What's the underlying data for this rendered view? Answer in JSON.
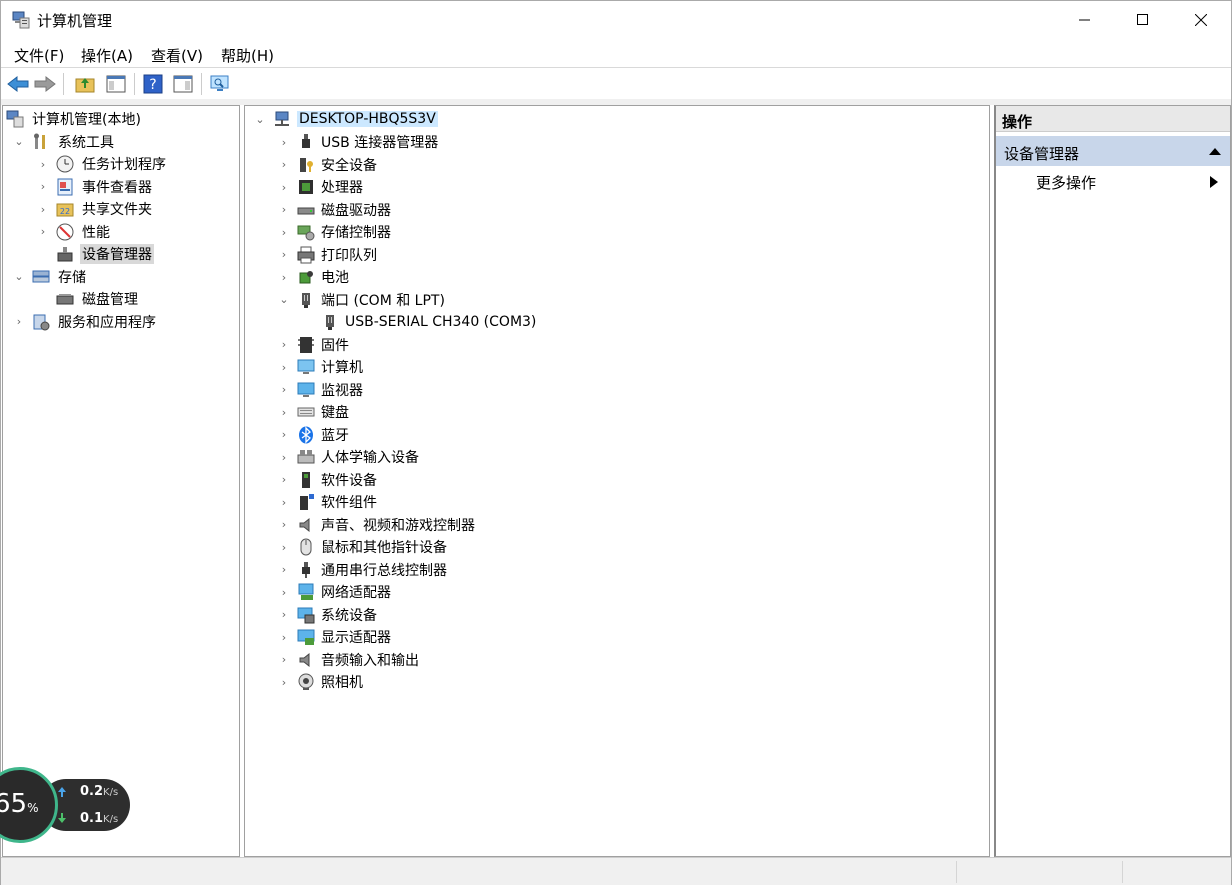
{
  "window": {
    "title": "计算机管理"
  },
  "menu": [
    "文件(F)",
    "操作(A)",
    "查看(V)",
    "帮助(H)"
  ],
  "left_tree": [
    {
      "label": "计算机管理(本地)",
      "level": 0,
      "icon": "computer-management-icon",
      "chevron": ""
    },
    {
      "label": "系统工具",
      "level": 1,
      "icon": "tools-icon",
      "chevron": "down"
    },
    {
      "label": "任务计划程序",
      "level": 2,
      "icon": "clock-icon",
      "chevron": "right"
    },
    {
      "label": "事件查看器",
      "level": 2,
      "icon": "event-viewer-icon",
      "chevron": "right"
    },
    {
      "label": "共享文件夹",
      "level": 2,
      "icon": "shared-folder-icon",
      "chevron": "right"
    },
    {
      "label": "性能",
      "level": 2,
      "icon": "performance-icon",
      "chevron": "right"
    },
    {
      "label": "设备管理器",
      "level": 2,
      "icon": "device-manager-icon",
      "chevron": "",
      "selected": true
    },
    {
      "label": "存储",
      "level": 1,
      "icon": "storage-icon",
      "chevron": "down"
    },
    {
      "label": "磁盘管理",
      "level": 2,
      "icon": "disk-management-icon",
      "chevron": ""
    },
    {
      "label": "服务和应用程序",
      "level": 1,
      "icon": "services-icon",
      "chevron": "right"
    }
  ],
  "device_tree": {
    "root": "DESKTOP-HBQ5S3V",
    "items": [
      {
        "label": "USB 连接器管理器",
        "icon": "usb-icon",
        "chevron": "right",
        "level": 1
      },
      {
        "label": "安全设备",
        "icon": "security-device-icon",
        "chevron": "right",
        "level": 1
      },
      {
        "label": "处理器",
        "icon": "processor-icon",
        "chevron": "right",
        "level": 1
      },
      {
        "label": "磁盘驱动器",
        "icon": "disk-drive-icon",
        "chevron": "right",
        "level": 1
      },
      {
        "label": "存储控制器",
        "icon": "storage-controller-icon",
        "chevron": "right",
        "level": 1
      },
      {
        "label": "打印队列",
        "icon": "printer-icon",
        "chevron": "right",
        "level": 1
      },
      {
        "label": "电池",
        "icon": "battery-icon",
        "chevron": "right",
        "level": 1
      },
      {
        "label": "端口 (COM 和 LPT)",
        "icon": "port-icon",
        "chevron": "down",
        "level": 1
      },
      {
        "label": "USB-SERIAL CH340 (COM3)",
        "icon": "port-icon",
        "chevron": "",
        "level": 2
      },
      {
        "label": "固件",
        "icon": "firmware-icon",
        "chevron": "right",
        "level": 1
      },
      {
        "label": "计算机",
        "icon": "computer-icon",
        "chevron": "right",
        "level": 1
      },
      {
        "label": "监视器",
        "icon": "monitor-icon",
        "chevron": "right",
        "level": 1
      },
      {
        "label": "键盘",
        "icon": "keyboard-icon",
        "chevron": "right",
        "level": 1
      },
      {
        "label": "蓝牙",
        "icon": "bluetooth-icon",
        "chevron": "right",
        "level": 1
      },
      {
        "label": "人体学输入设备",
        "icon": "hid-icon",
        "chevron": "right",
        "level": 1
      },
      {
        "label": "软件设备",
        "icon": "software-device-icon",
        "chevron": "right",
        "level": 1
      },
      {
        "label": "软件组件",
        "icon": "software-component-icon",
        "chevron": "right",
        "level": 1
      },
      {
        "label": "声音、视频和游戏控制器",
        "icon": "speaker-icon",
        "chevron": "right",
        "level": 1
      },
      {
        "label": "鼠标和其他指针设备",
        "icon": "mouse-icon",
        "chevron": "right",
        "level": 1
      },
      {
        "label": "通用串行总线控制器",
        "icon": "usb-controller-icon",
        "chevron": "right",
        "level": 1
      },
      {
        "label": "网络适配器",
        "icon": "network-adapter-icon",
        "chevron": "right",
        "level": 1
      },
      {
        "label": "系统设备",
        "icon": "system-device-icon",
        "chevron": "right",
        "level": 1
      },
      {
        "label": "显示适配器",
        "icon": "display-adapter-icon",
        "chevron": "right",
        "level": 1
      },
      {
        "label": "音频输入和输出",
        "icon": "audio-io-icon",
        "chevron": "right",
        "level": 1
      },
      {
        "label": "照相机",
        "icon": "camera-icon",
        "chevron": "right",
        "level": 1
      }
    ]
  },
  "actions": {
    "header": "操作",
    "section": "设备管理器",
    "more": "更多操作"
  },
  "widget": {
    "percent": "65",
    "percent_sign": "%",
    "up": "0.2",
    "down": "0.1",
    "unit": "K/s"
  },
  "colors": {
    "accent": "#cce8ff",
    "action_section": "#c8d6ea",
    "widget_ring": "#3fb68b"
  }
}
